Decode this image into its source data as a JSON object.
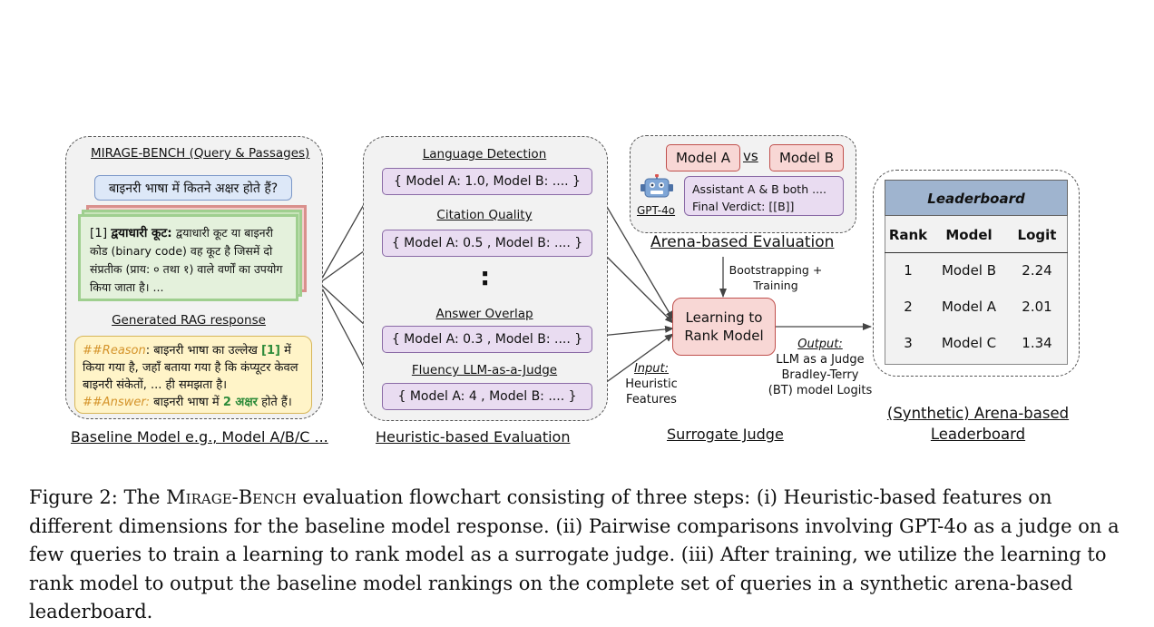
{
  "baseline": {
    "panel_title": "MIRAGE-BENCH (Query & Passages)",
    "query": "बाइनरी भाषा में कितने अक्षर होते हैं?",
    "passage_id": "[1]",
    "passage_head": "द्वयाधारी कूट:",
    "passage_text": "द्वयाधारी कूट या बाइनरी कोड (binary code) वह कूट है जिसमें दो संप्रतीक (प्राय: ० तथा १) वाले वर्णों का उपयोग किया जाता है। ...",
    "response_title": "Generated RAG response",
    "reason_tag": "##Reason",
    "reason_text_1": ": बाइनरी भाषा का उल्लेख ",
    "reason_cite": "[1]",
    "reason_text_2": " में किया गया है, जहाँ बताया गया है कि कंप्यूटर केवल बाइनरी संकेतों, ... ही समझता है।",
    "answer_tag": "##Answer:",
    "answer_text_1": " बाइनरी भाषा में ",
    "answer_bold": "2 अक्षर",
    "answer_text_2": " होते हैं।",
    "footer": "Baseline Model e.g., Model A/B/C ..."
  },
  "heuristic": {
    "items": [
      {
        "title": "Language Detection",
        "box": "{ Model A:  1.0, Model B: .... }"
      },
      {
        "title": "Citation Quality",
        "box": "{ Model A:  0.5 , Model B: .... }"
      },
      {
        "title": "Answer Overlap",
        "box": "{ Model A:  0.3 , Model B: .... }"
      },
      {
        "title": "Fluency LLM-as-a-Judge",
        "box": "{ Model A:  4 , Model B: .... }"
      }
    ],
    "ellipsis": ":",
    "footer": "Heuristic-based Evaluation"
  },
  "arena": {
    "model_a": "Model A",
    "vs": "vs",
    "model_b": "Model B",
    "robot_label": "GPT-4o",
    "verdict_line1": "Assistant A & B both ....",
    "verdict_line2": "Final Verdict: [[B]]",
    "title": "Arena-based Evaluation",
    "bootstrap_line1": "Bootstrapping +",
    "bootstrap_line2": "Training"
  },
  "surrogate": {
    "ltr_line1": "Learning to",
    "ltr_line2": "Rank Model",
    "input_label": "Input:",
    "input_line1": "Heuristic",
    "input_line2": "Features",
    "output_label": "Output:",
    "output_line1": "LLM as a Judge",
    "output_line2": "Bradley-Terry",
    "output_line3": "(BT) model Logits",
    "footer": "Surrogate Judge"
  },
  "leaderboard": {
    "title": "Leaderboard",
    "headers": [
      "Rank",
      "Model",
      "Logit"
    ],
    "rows": [
      [
        "1",
        "Model B",
        "2.24"
      ],
      [
        "2",
        "Model A",
        "2.01"
      ],
      [
        "3",
        "Model C",
        "1.34"
      ]
    ],
    "footer_line1": "(Synthetic) Arena-based",
    "footer_line2": "Leaderboard"
  },
  "caption": {
    "prefix": "Figure 2: The ",
    "bench_name": "Mirage-Bench",
    "rest": " evaluation flowchart consisting of three steps: (i) Heuristic-based features on different dimensions for the baseline model response. (ii) Pairwise comparisons involving GPT-4o as a judge on a few queries to train a learning to rank model as a surrogate judge. (iii) After training, we utilize the learning to rank model to output the baseline model rankings on the complete set of queries in a synthetic arena-based leaderboard."
  },
  "colors": {
    "purple_fill": "#e9dcf1",
    "purple_border": "#8a6aa6",
    "red_fill": "#f8d7d5",
    "red_border": "#c0504d",
    "blue_fill": "#dde8f8",
    "yellow_fill": "#fff4c8",
    "green_stack": "#9fcf8f",
    "leaderboard_header": "#9fb4cf"
  }
}
